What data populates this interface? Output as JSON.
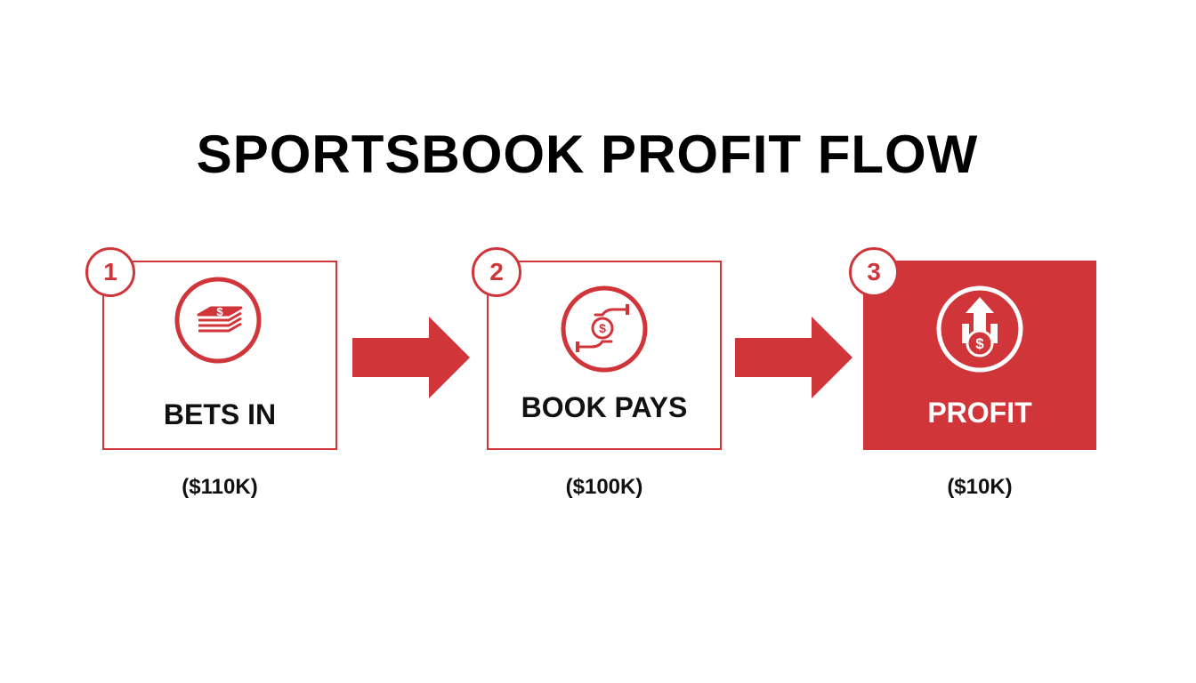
{
  "title": "SPORTSBOOK PROFIT FLOW",
  "colors": {
    "accent": "#d0353a",
    "text": "#111111",
    "background": "#ffffff"
  },
  "steps": [
    {
      "number": "1",
      "label": "BETS IN",
      "amount": "($110K)",
      "icon": "money-stack-icon",
      "style": "outline"
    },
    {
      "number": "2",
      "label": "BOOK PAYS",
      "amount": "($100K)",
      "icon": "hands-exchange-coin-icon",
      "style": "outline"
    },
    {
      "number": "3",
      "label": "PROFIT",
      "amount": "($10K)",
      "icon": "coin-growth-arrow-icon",
      "style": "filled"
    }
  ]
}
